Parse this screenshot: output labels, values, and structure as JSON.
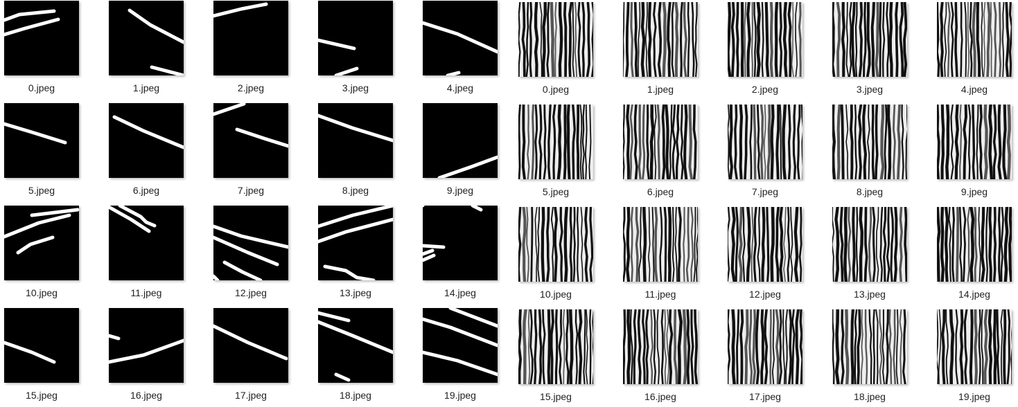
{
  "colors": {
    "background": "#ffffff",
    "mask_bg": "#000000",
    "mask_line": "#ffffff",
    "texture_dark": "#111111",
    "texture_light": "#eeeeee"
  },
  "panes": {
    "left": {
      "type": "binary-crack-masks",
      "files": [
        {
          "name": "0.jpeg"
        },
        {
          "name": "1.jpeg"
        },
        {
          "name": "2.jpeg"
        },
        {
          "name": "3.jpeg"
        },
        {
          "name": "4.jpeg"
        },
        {
          "name": "5.jpeg"
        },
        {
          "name": "6.jpeg"
        },
        {
          "name": "7.jpeg"
        },
        {
          "name": "8.jpeg"
        },
        {
          "name": "9.jpeg"
        },
        {
          "name": "10.jpeg"
        },
        {
          "name": "11.jpeg"
        },
        {
          "name": "12.jpeg"
        },
        {
          "name": "13.jpeg"
        },
        {
          "name": "14.jpeg"
        },
        {
          "name": "15.jpeg"
        },
        {
          "name": "16.jpeg"
        },
        {
          "name": "17.jpeg"
        },
        {
          "name": "18.jpeg"
        },
        {
          "name": "19.jpeg"
        }
      ]
    },
    "right": {
      "type": "striped-textures",
      "files": [
        {
          "name": "0.jpeg"
        },
        {
          "name": "1.jpeg"
        },
        {
          "name": "2.jpeg"
        },
        {
          "name": "3.jpeg"
        },
        {
          "name": "4.jpeg"
        },
        {
          "name": "5.jpeg"
        },
        {
          "name": "6.jpeg"
        },
        {
          "name": "7.jpeg"
        },
        {
          "name": "8.jpeg"
        },
        {
          "name": "9.jpeg"
        },
        {
          "name": "10.jpeg"
        },
        {
          "name": "11.jpeg"
        },
        {
          "name": "12.jpeg"
        },
        {
          "name": "13.jpeg"
        },
        {
          "name": "14.jpeg"
        },
        {
          "name": "15.jpeg"
        },
        {
          "name": "16.jpeg"
        },
        {
          "name": "17.jpeg"
        },
        {
          "name": "18.jpeg"
        },
        {
          "name": "19.jpeg"
        }
      ]
    }
  }
}
